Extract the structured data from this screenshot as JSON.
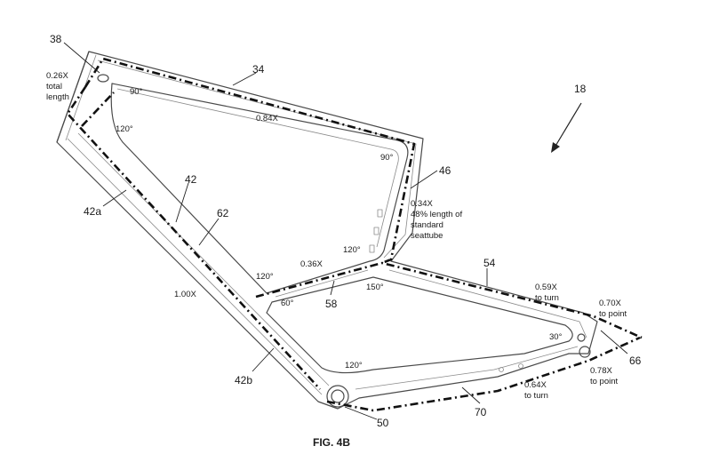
{
  "figure": {
    "caption": "FIG. 4B",
    "reference_numerals": {
      "n18": "18",
      "n34": "34",
      "n38": "38",
      "n42": "42",
      "n42a": "42a",
      "n42b": "42b",
      "n46": "46",
      "n50": "50",
      "n54": "54",
      "n58": "58",
      "n62": "62",
      "n66": "66",
      "n70": "70"
    },
    "angles": {
      "a90_head": "90°",
      "a120_head": "120°",
      "a90_seat": "90°",
      "a120_seat": "120°",
      "a120_junction": "120°",
      "a60": "60°",
      "a150": "150°",
      "a120_bb": "120°",
      "a30": "30°"
    },
    "ratios": {
      "head_ratio": "0.26X",
      "head_note1": "total",
      "head_note2": "length",
      "top_tube": "0.84X",
      "seat_ratio": "0.34X",
      "seat_note1": "48% length of",
      "seat_note2": "standard",
      "seat_note3": "seattube",
      "brace": "0.36X",
      "down_tube": "1.00X",
      "stay_upper": "0.59X",
      "stay_upper_note": "to turn",
      "tip_upper": "0.70X",
      "tip_upper_note": "to point",
      "stay_lower": "0.64X",
      "stay_lower_note": "to turn",
      "tip_lower": "0.78X",
      "tip_lower_note": "to point"
    }
  }
}
